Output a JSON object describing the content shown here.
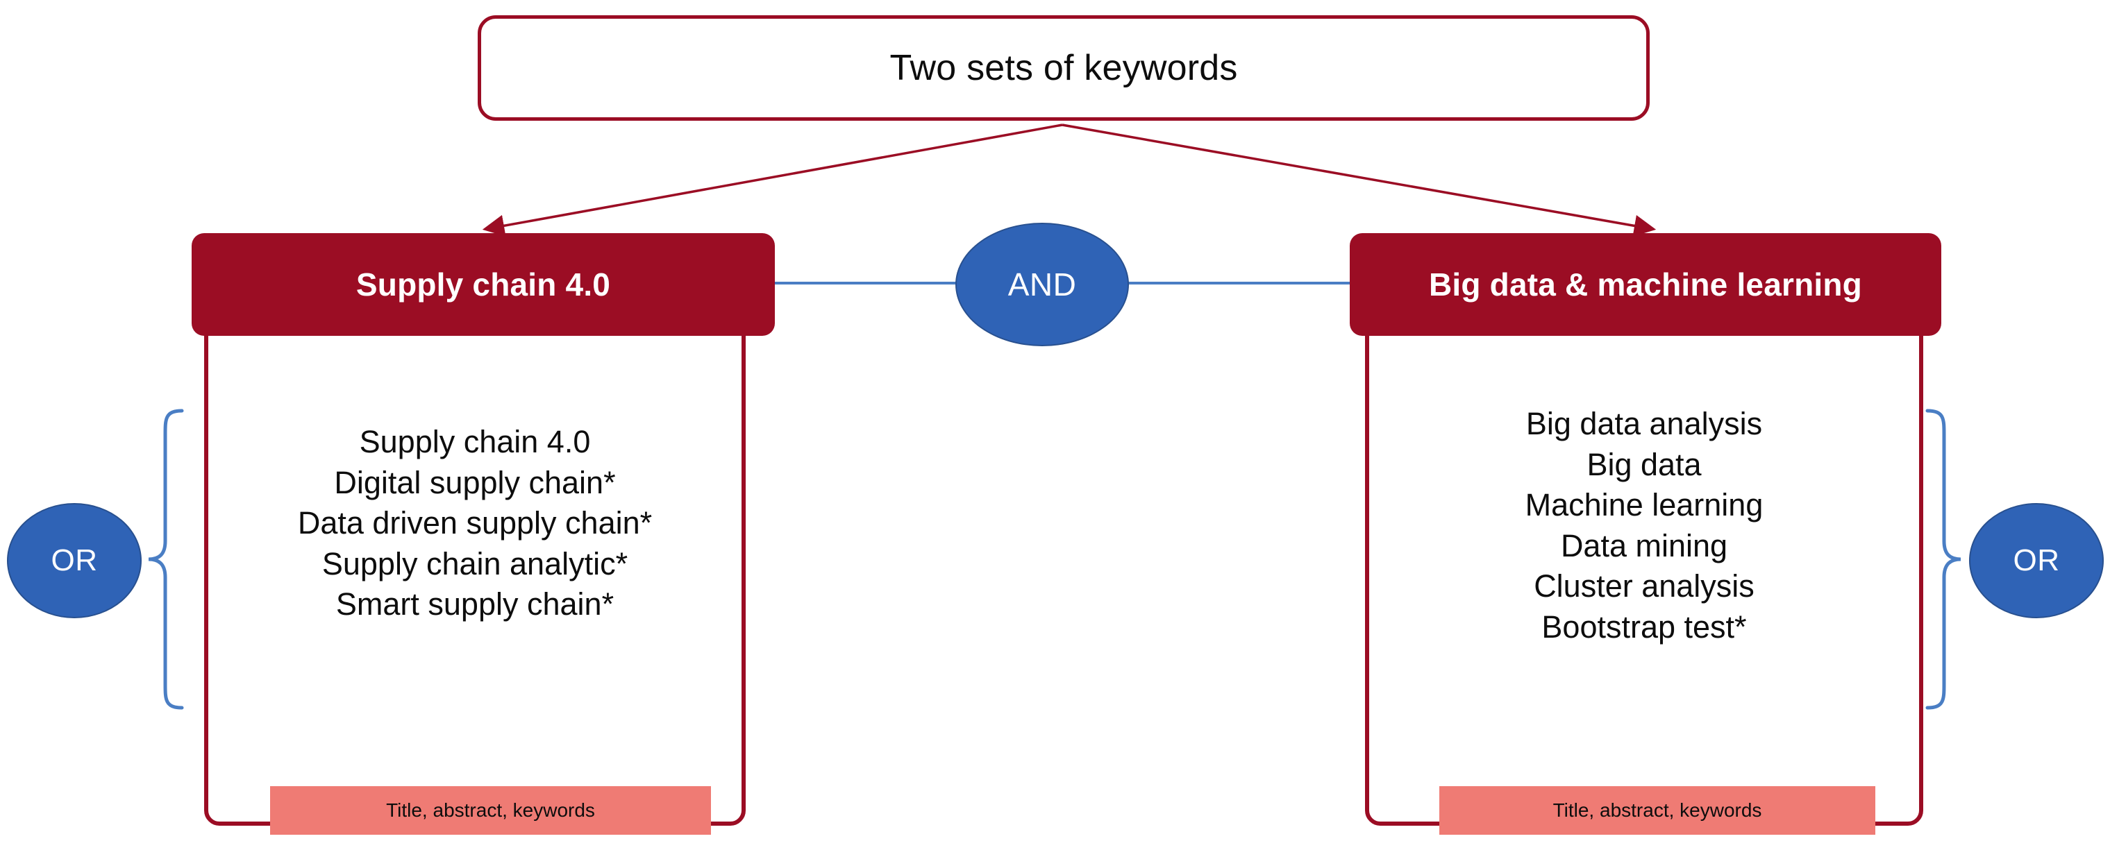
{
  "diagram": {
    "title": "Two sets of keywords",
    "root": {
      "label": "Two sets of keywords"
    },
    "operators": {
      "and": "AND",
      "or_left": "OR",
      "or_right": "OR"
    },
    "groups": [
      {
        "id": "supply-chain-40",
        "header": "Supply chain 4.0",
        "keywords": [
          "Supply chain 4.0",
          "Digital supply chain*",
          "Data driven supply chain*",
          "Supply chain analytic*",
          "Smart supply chain*"
        ],
        "search_fields": "Title, abstract, keywords",
        "operator": "OR"
      },
      {
        "id": "big-data-machine-learning",
        "header": "Big data & machine learning",
        "keywords": [
          "Big data analysis",
          "Big data",
          "Machine learning",
          "Data mining",
          "Cluster analysis",
          "Bootstrap test*"
        ],
        "search_fields": "Title, abstract, keywords",
        "operator": "OR"
      }
    ],
    "colors": {
      "dark_red": "#9b0d24",
      "salmon": "#ef7b74",
      "blue": "#2f63b6",
      "blue_line": "#4a7ec4",
      "text": "#0d0d0d",
      "white": "#ffffff"
    }
  }
}
